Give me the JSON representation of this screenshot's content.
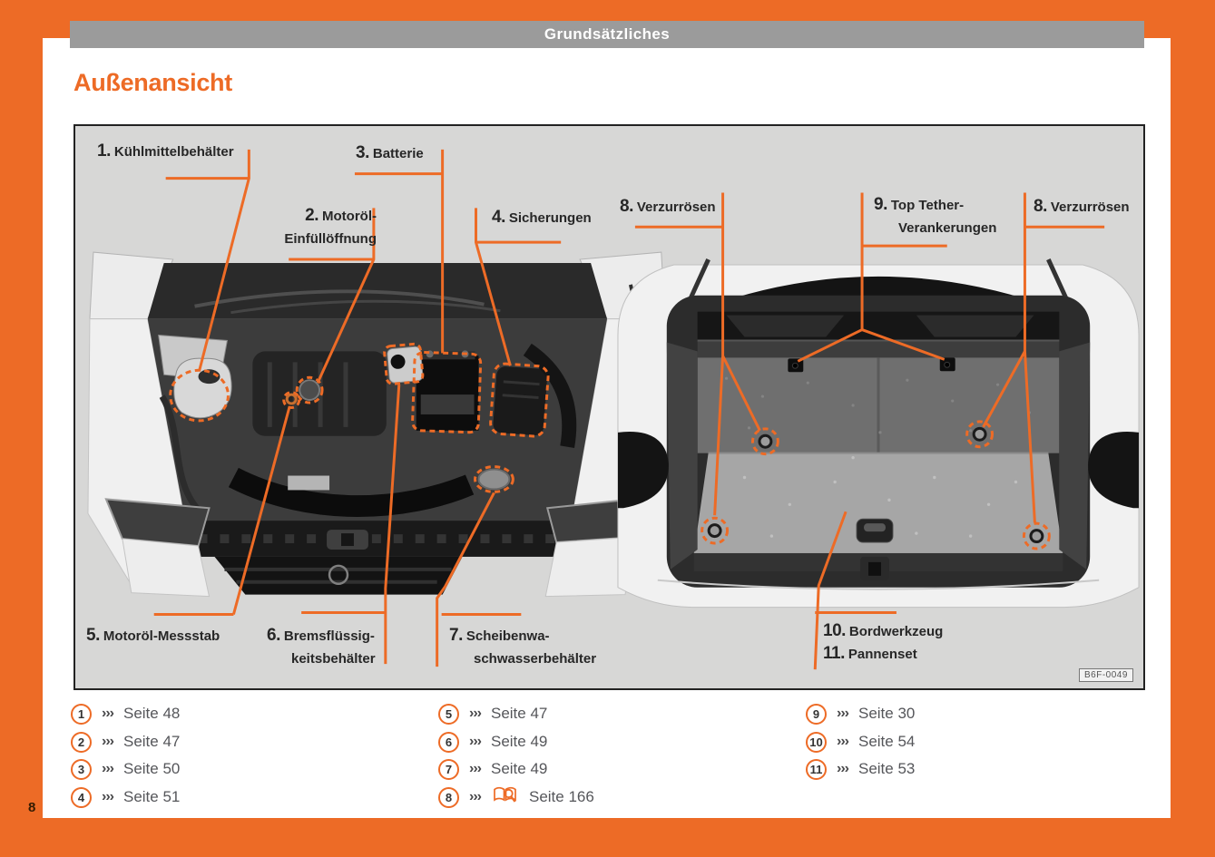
{
  "page": {
    "header_title": "Grundsätzliches",
    "section_title": "Außenansicht",
    "page_number": "8",
    "figure_code": "B6F-0049",
    "colors": {
      "orange": "#ed6b26",
      "header_bar": "#9b9b9b",
      "figure_bg": "#d7d7d6"
    }
  },
  "figure": {
    "labels": {
      "l1": {
        "num": "1.",
        "line1": "Kühlmittelbehälter"
      },
      "l2": {
        "num": "2.",
        "line1": "Motoröl-",
        "line2": "Einfüllöffnung"
      },
      "l3": {
        "num": "3.",
        "line1": "Batterie"
      },
      "l4": {
        "num": "4.",
        "line1": "Sicherungen"
      },
      "l5": {
        "num": "5.",
        "line1": "Motoröl-Messstab"
      },
      "l6": {
        "num": "6.",
        "line1": "Bremsflüssig-",
        "line2": "keitsbehälter"
      },
      "l7": {
        "num": "7.",
        "line1": "Scheibenwa-",
        "line2": "schwasserbehälter"
      },
      "l8a": {
        "num": "8.",
        "line1": "Verzurrösen"
      },
      "l9": {
        "num": "9.",
        "line1": "Top Tether-",
        "line2": "Verankerungen"
      },
      "l8b": {
        "num": "8.",
        "line1": "Verzurrösen"
      },
      "l10": {
        "num": "10.",
        "line1": "Bordwerkzeug"
      },
      "l11": {
        "num": "11.",
        "line1": "Pannenset"
      }
    }
  },
  "references": {
    "arrow": "›››",
    "items": [
      {
        "num": "1",
        "page": "Seite 48"
      },
      {
        "num": "2",
        "page": "Seite 47"
      },
      {
        "num": "3",
        "page": "Seite 50"
      },
      {
        "num": "4",
        "page": "Seite 51"
      },
      {
        "num": "5",
        "page": "Seite 47"
      },
      {
        "num": "6",
        "page": "Seite 49"
      },
      {
        "num": "7",
        "page": "Seite 49"
      },
      {
        "num": "8",
        "page": "Seite 166",
        "has_book_icon": true
      },
      {
        "num": "9",
        "page": "Seite 30"
      },
      {
        "num": "10",
        "page": "Seite 54"
      },
      {
        "num": "11",
        "page": "Seite 53"
      }
    ]
  }
}
